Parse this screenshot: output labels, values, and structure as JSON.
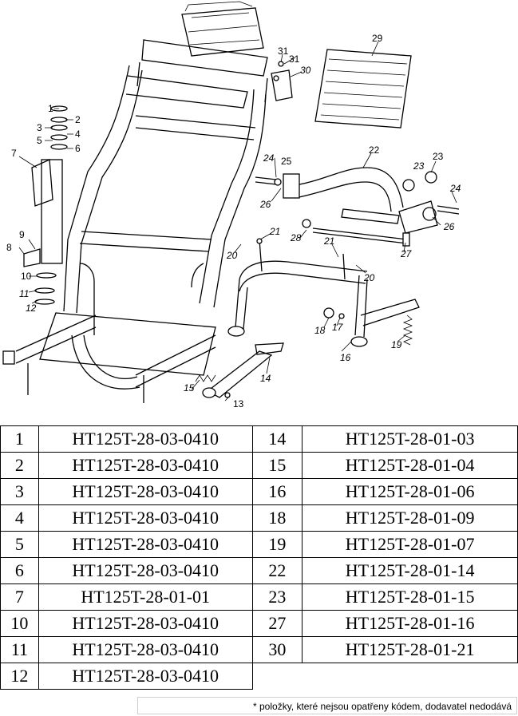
{
  "diagram": {
    "callouts": [
      "1",
      "2",
      "3",
      "4",
      "5",
      "6",
      "7",
      "8",
      "9",
      "10",
      "11",
      "12",
      "13",
      "14",
      "15",
      "16",
      "17",
      "18",
      "19",
      "20",
      "20",
      "21",
      "21",
      "22",
      "23",
      "24",
      "24",
      "25",
      "26",
      "26",
      "27",
      "28",
      "29",
      "30",
      "31",
      "31"
    ]
  },
  "parts_table": {
    "left": [
      {
        "num": "1",
        "code": "HT125T-28-03-0410"
      },
      {
        "num": "2",
        "code": "HT125T-28-03-0410"
      },
      {
        "num": "3",
        "code": "HT125T-28-03-0410"
      },
      {
        "num": "4",
        "code": "HT125T-28-03-0410"
      },
      {
        "num": "5",
        "code": "HT125T-28-03-0410"
      },
      {
        "num": "6",
        "code": "HT125T-28-03-0410"
      },
      {
        "num": "7",
        "code": "HT125T-28-01-01"
      },
      {
        "num": "10",
        "code": "HT125T-28-03-0410"
      },
      {
        "num": "11",
        "code": "HT125T-28-03-0410"
      },
      {
        "num": "12",
        "code": "HT125T-28-03-0410"
      }
    ],
    "right": [
      {
        "num": "14",
        "code": "HT125T-28-01-03"
      },
      {
        "num": "15",
        "code": "HT125T-28-01-04"
      },
      {
        "num": "16",
        "code": "HT125T-28-01-06"
      },
      {
        "num": "18",
        "code": "HT125T-28-01-09"
      },
      {
        "num": "19",
        "code": "HT125T-28-01-07"
      },
      {
        "num": "22",
        "code": "HT125T-28-01-14"
      },
      {
        "num": "23",
        "code": "HT125T-28-01-15"
      },
      {
        "num": "27",
        "code": "HT125T-28-01-16"
      },
      {
        "num": "30",
        "code": "HT125T-28-01-21"
      }
    ]
  },
  "footnote": "* položky, které nejsou opatřeny kódem, dodavatel nedodává"
}
